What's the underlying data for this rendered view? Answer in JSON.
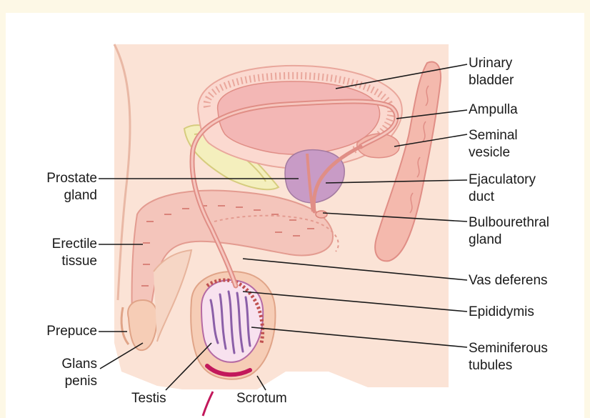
{
  "labels": {
    "urinary_bladder": [
      "Urinary",
      "bladder"
    ],
    "ampulla": [
      "Ampulla"
    ],
    "seminal_vesicle": [
      "Seminal",
      "vesicle"
    ],
    "ejaculatory_duct": [
      "Ejaculatory",
      "duct"
    ],
    "bulbourethral_gland": [
      "Bulbourethral",
      "gland"
    ],
    "vas_deferens": [
      "Vas deferens"
    ],
    "epididymis": [
      "Epididymis"
    ],
    "seminiferous_tubules": [
      "Seminiferous",
      "tubules"
    ],
    "prostate_gland": [
      "Prostate",
      "gland"
    ],
    "erectile_tissue": [
      "Erectile",
      "tissue"
    ],
    "prepuce": [
      "Prepuce"
    ],
    "glans_penis": [
      "Glans",
      "penis"
    ],
    "testis": [
      "Testis"
    ],
    "scrotum": [
      "Scrotum"
    ]
  },
  "colors": {
    "page_background": "#fdf8e6",
    "skin": "#fbe3d6",
    "tissue_pink": "#f4b9ad",
    "bladder": "#f3b7b5",
    "prostate": "#c89bc6",
    "gland_yellow": "#f4efbd",
    "scrotum_accent": "#c2185b",
    "leader_line": "#1a1a1a"
  }
}
